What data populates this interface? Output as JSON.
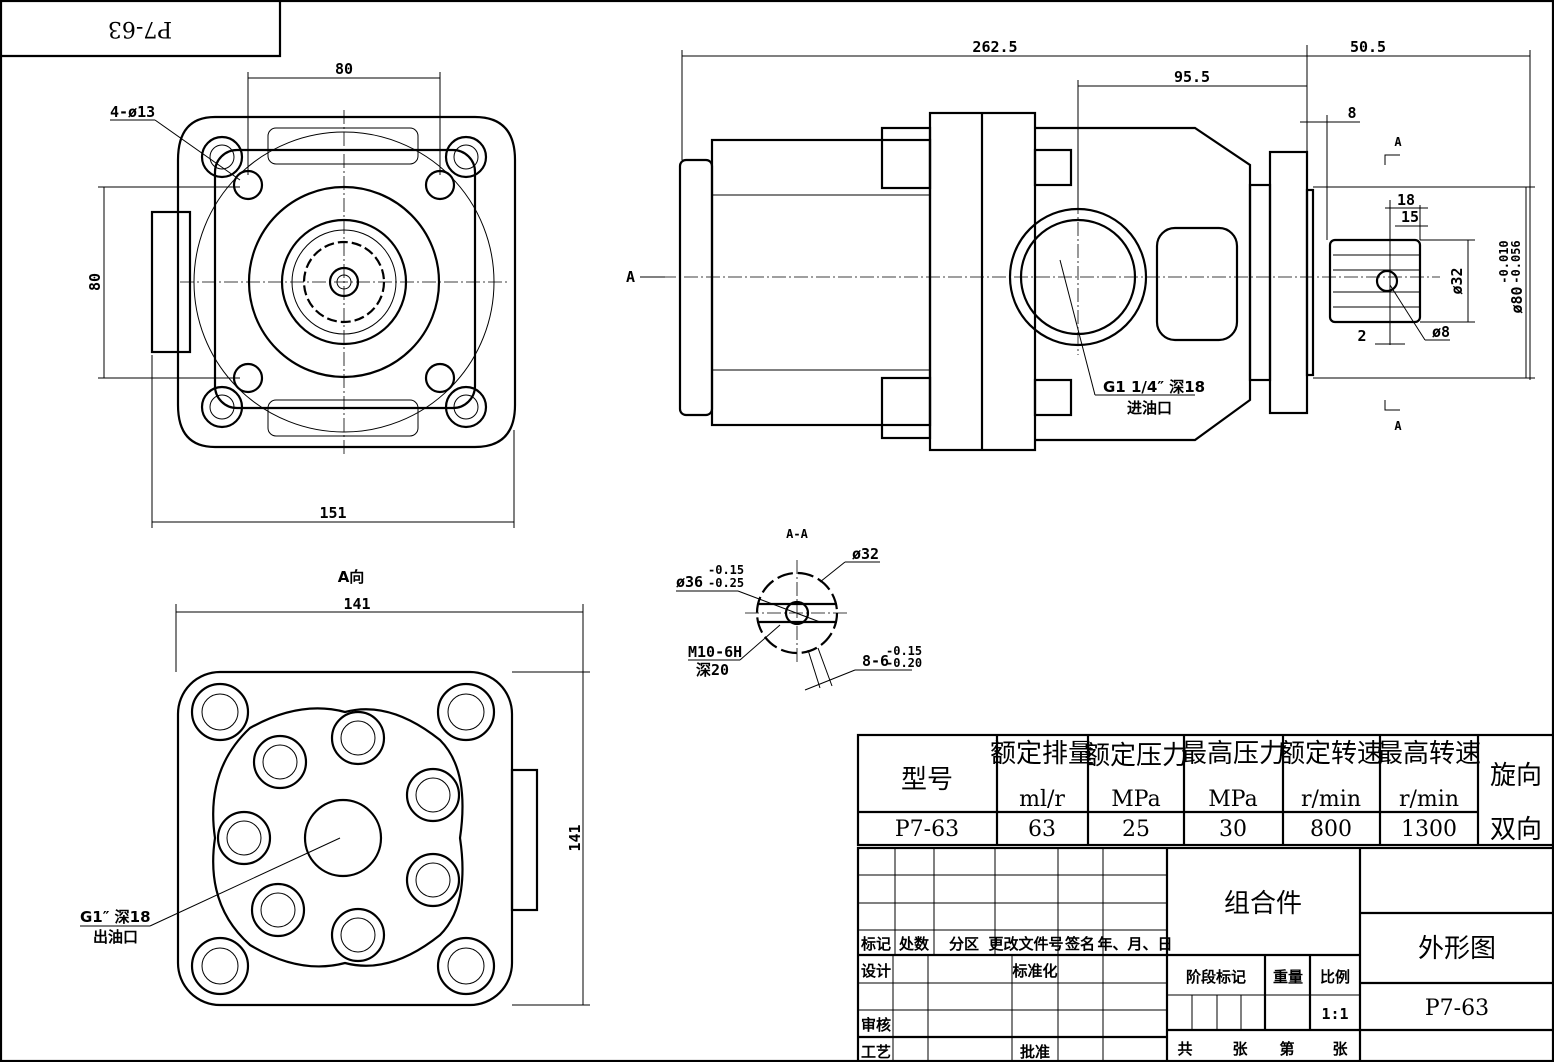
{
  "title_tag": "P7-63",
  "front_view": {
    "dim_top": "80",
    "dim_left": "80",
    "dim_bottom": "151",
    "holes_label": "4-ø13"
  },
  "side_view": {
    "view_arrow": "A",
    "dim_overall": "262.5",
    "dim_port": "95.5",
    "dim_shaft": "50.5",
    "dim_flange": "8",
    "dim_18": "18",
    "dim_15": "15",
    "dim_2": "2",
    "dim_d32": "ø32",
    "dim_d8": "ø8",
    "dim_d80": "ø80",
    "dim_d80_tol_upper": "-0.010",
    "dim_d80_tol_lower": "-0.056",
    "section_mark": "A",
    "inlet_label": "G1 1/4″ 深18",
    "inlet_name": "进油口"
  },
  "section_aa": {
    "title": "A-A",
    "d36": "ø36",
    "d36_upper": "-0.15",
    "d36_lower": "-0.25",
    "d32": "ø32",
    "thread": "M10-6H",
    "thread_depth": "深20",
    "keys": "8-6",
    "keys_upper": "-0.15",
    "keys_lower": "-0.20"
  },
  "a_view": {
    "title": "A向",
    "dim_top": "141",
    "dim_right": "141",
    "outlet_label": "G1″ 深18",
    "outlet_name": "出油口"
  },
  "spec_table": {
    "headers": [
      "型号",
      "额定排量",
      "额定压力",
      "最高压力",
      "额定转速",
      "最高转速",
      "旋向"
    ],
    "units": [
      "",
      "ml/r",
      "MPa",
      "MPa",
      "r/min",
      "r/min",
      ""
    ],
    "values": [
      "P7-63",
      "63",
      "25",
      "30",
      "800",
      "1300",
      "双向"
    ]
  },
  "title_block": {
    "rev_headers": [
      "标记",
      "处数",
      "分区",
      "更改文件号",
      "签名",
      "年、月、日"
    ],
    "design": "设计",
    "standard": "标准化",
    "review": "审核",
    "process": "工艺",
    "approve": "批准",
    "assembly": "组合件",
    "stage_mark": "阶段标记",
    "weight": "重量",
    "scale_label": "比例",
    "scale": "1:1",
    "total": "共",
    "sheets1": "张",
    "sheet_no": "第",
    "sheets2": "张",
    "drawing_name": "外形图",
    "drawing_no": "P7-63"
  }
}
